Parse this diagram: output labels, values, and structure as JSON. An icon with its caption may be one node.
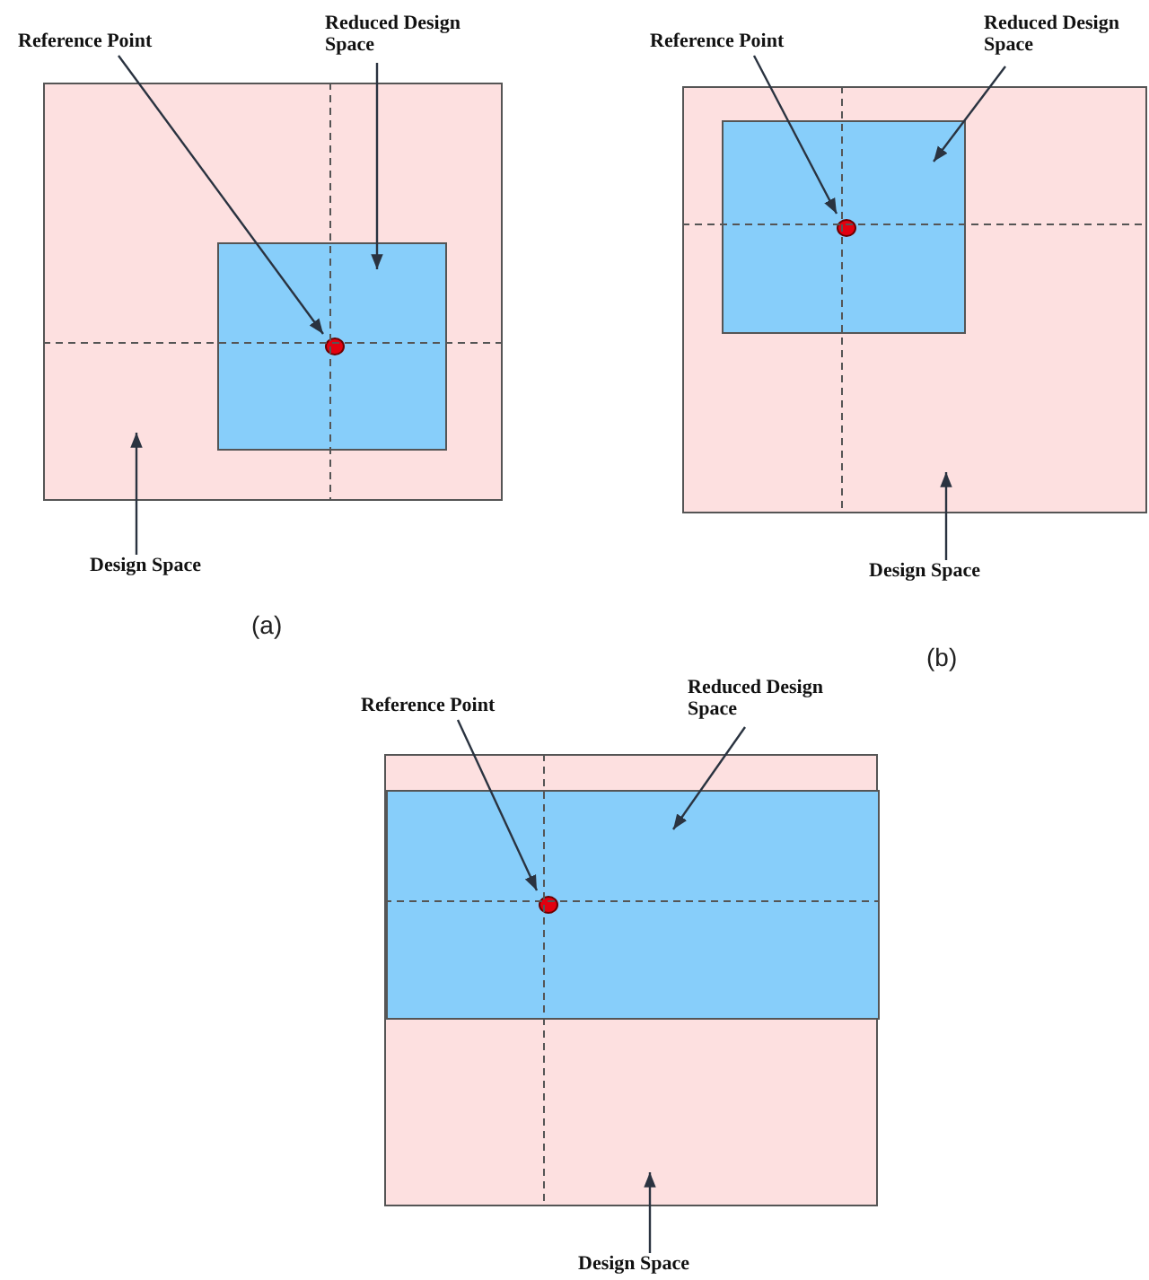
{
  "diagram": {
    "nodes": [
      {
        "text": [
          "Reference Point"
        ]
      },
      {
        "text": [
          "Reduced Design Space"
        ]
      },
      {
        "text": [],
        "shape": "box"
      },
      {
        "text": [],
        "shape": "box",
        "in": 2
      },
      {
        "text": [],
        "shape": "circle",
        "in": 3
      },
      {
        "text": [
          "Design Space"
        ]
      },
      {
        "text": [
          "Reference Point"
        ]
      },
      {
        "text": [
          "Reduced Design Space"
        ]
      },
      {
        "text": [],
        "shape": "box"
      },
      {
        "text": [],
        "shape": "box",
        "in": 8
      },
      {
        "text": [],
        "shape": "circle",
        "in": 9
      },
      {
        "text": [
          "Design Space"
        ]
      },
      {
        "text": [
          "Reference Point"
        ]
      },
      {
        "text": [
          "Reduced Design Space"
        ]
      },
      {
        "text": [],
        "shape": "box"
      },
      {
        "text": [],
        "shape": "box",
        "in": 14
      },
      {
        "text": [],
        "shape": "circle",
        "in": 15
      },
      {
        "text": [
          "Design Space"
        ]
      }
    ],
    "edges": [
      {
        "from": 0,
        "to": 4,
        "arrow": "to"
      },
      {
        "from": 1,
        "to": 3,
        "arrow": "to"
      },
      {
        "from": 5,
        "to": 2,
        "arrow": "to"
      },
      {
        "from": 6,
        "to": 10,
        "arrow": "to"
      },
      {
        "from": 7,
        "to": 9,
        "arrow": "to"
      },
      {
        "from": 11,
        "to": 8,
        "arrow": "to"
      },
      {
        "from": 12,
        "to": 16,
        "arrow": "to"
      },
      {
        "from": 13,
        "to": 15,
        "arrow": "to"
      },
      {
        "from": 17,
        "to": 14,
        "arrow": "to"
      }
    ],
    "labels": [
      "(a)",
      "(b)"
    ]
  }
}
